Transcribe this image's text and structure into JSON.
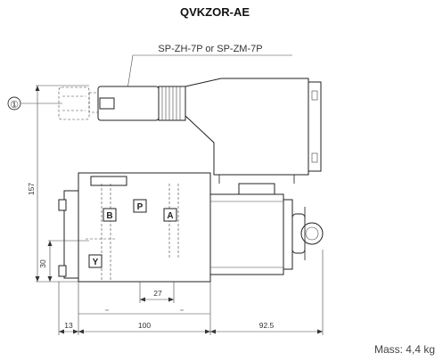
{
  "title": "QVKZOR-AE",
  "connector_label": "SP-ZH-7P or SP-ZM-7P",
  "callout": "①",
  "ports": {
    "b": "B",
    "p": "P",
    "a": "A",
    "y": "Y"
  },
  "dimensions": {
    "height_total": "157",
    "height_y": "30",
    "port_spacing": "27",
    "left_offset": "13",
    "body_length": "100",
    "right_length": "92.5"
  },
  "mass": "Mass: 4,4 kg"
}
